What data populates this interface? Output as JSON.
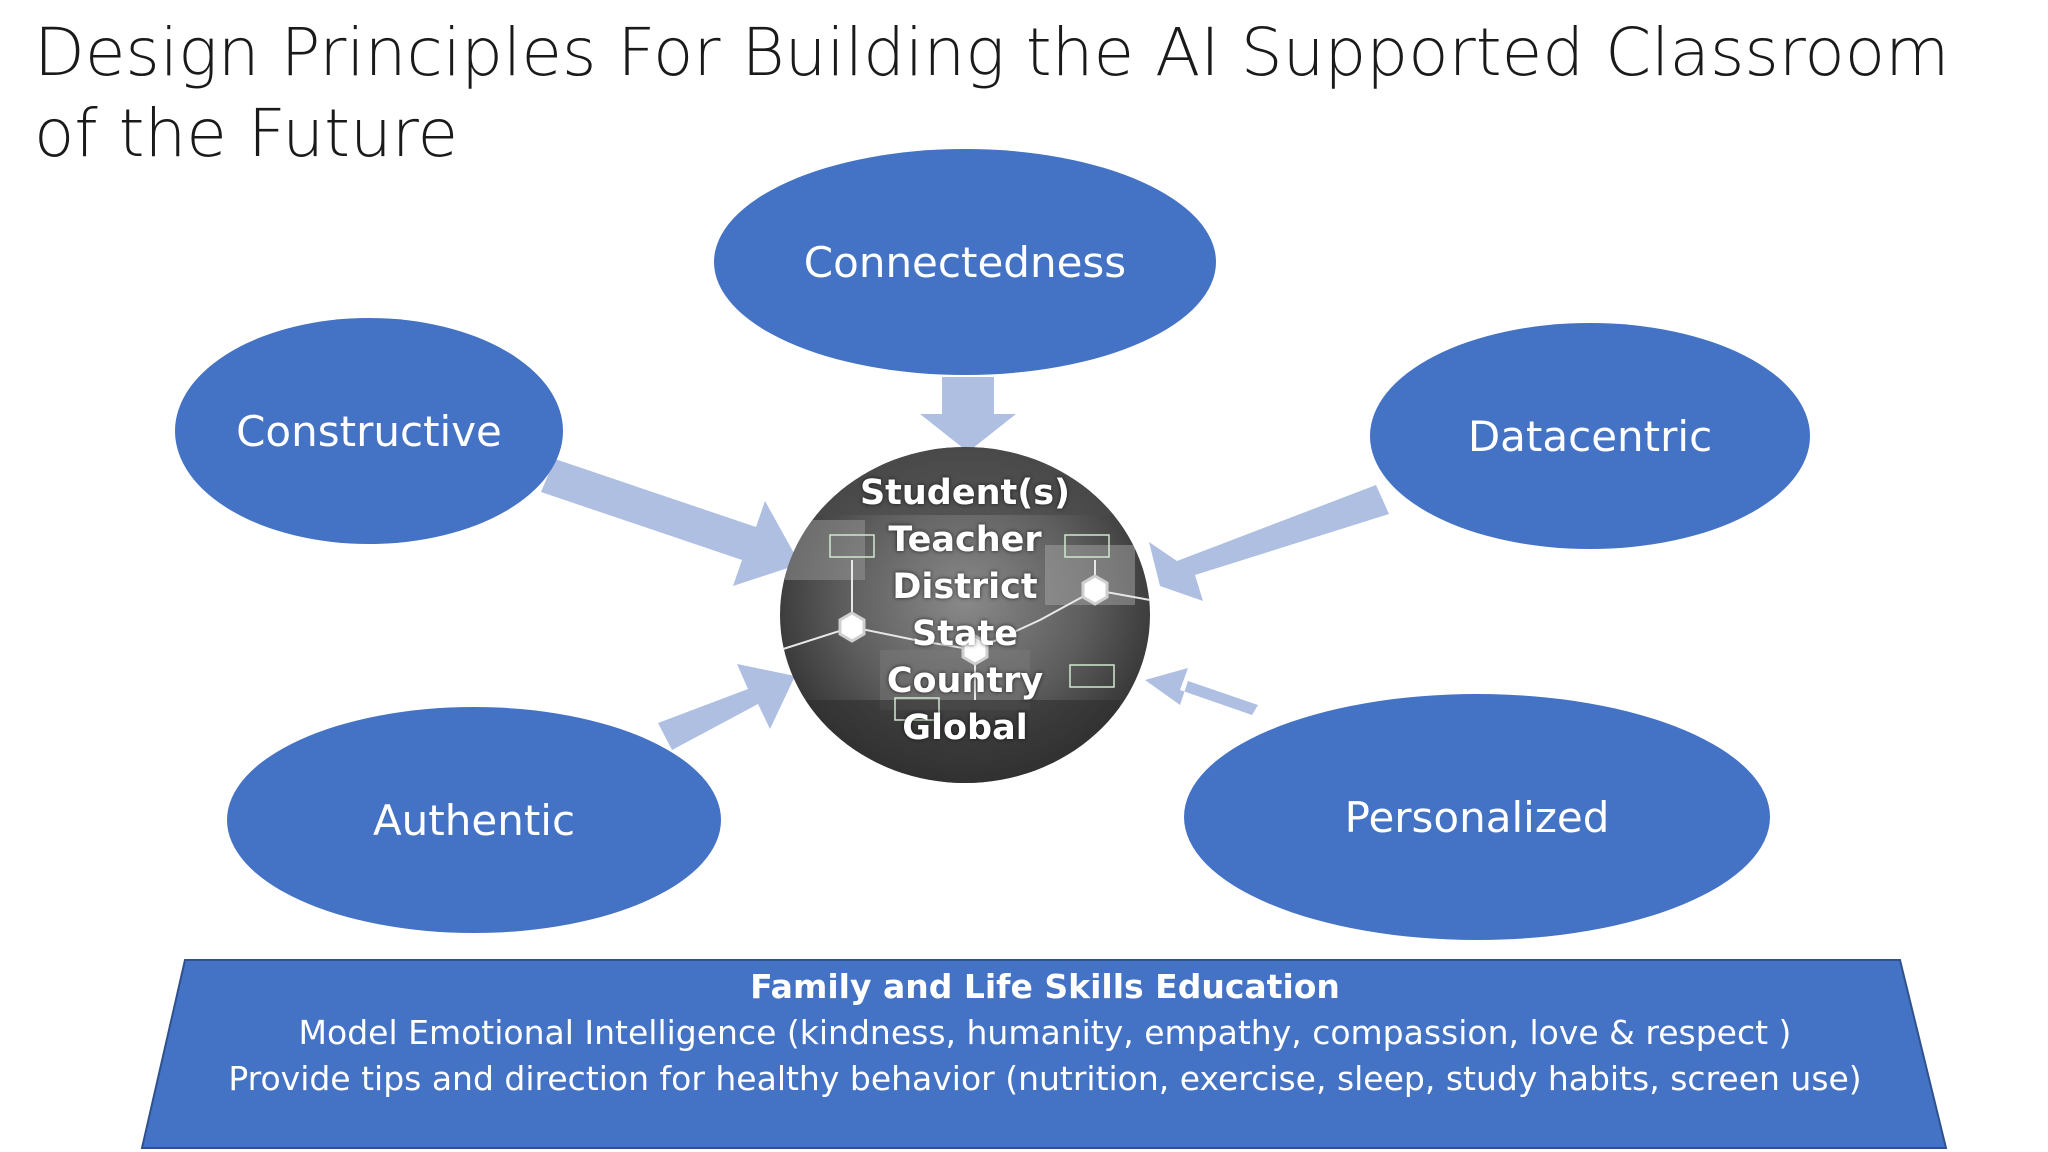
{
  "slide": {
    "title": "Design Principles For Building the AI Supported Classroom of the Future"
  },
  "principles": [
    {
      "id": "connectedness",
      "label": "Connectedness"
    },
    {
      "id": "constructive",
      "label": "Constructive"
    },
    {
      "id": "datacentric",
      "label": "Datacentric"
    },
    {
      "id": "authentic",
      "label": "Authentic"
    },
    {
      "id": "personalized",
      "label": "Personalized"
    }
  ],
  "center": {
    "items": [
      "Student(s)",
      "Teacher",
      "District",
      "State",
      "Country",
      "Global"
    ]
  },
  "base": {
    "title": "Family and Life Skills Education",
    "lines": [
      "Model  Emotional Intelligence (kindness, humanity, empathy, compassion, love & respect )",
      "Provide tips and direction for healthy behavior (nutrition, exercise, sleep, study habits, screen use)"
    ]
  },
  "colors": {
    "ellipse_fill": "#4472c4",
    "arrow_fill": "#afbfe2",
    "base_fill": "#4472c4",
    "base_border": "#2f528f",
    "title_text": "#1a1a1a"
  }
}
